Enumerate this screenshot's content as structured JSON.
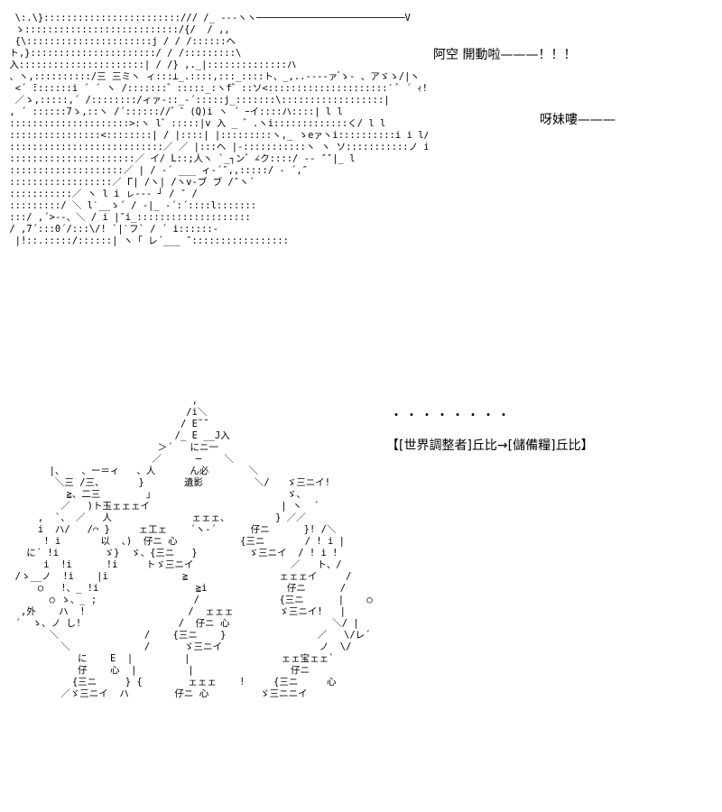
{
  "dialogue": {
    "line_1": "阿空  開動啦———！！！",
    "line_2": "呀妹嘍———",
    "line_3": "・・・・・・・・",
    "line_4": "【[世界調整者]丘比→[儲備糧]丘比】"
  },
  "ascii_art": {
    "top": "  \\:.\\}::::::::::::::::::::::::/// /_ ---ヽヽ──────────────────────────V\n  ゝ:::::::::::::::::::::::::::/{/  / ,,\n  {\\::::::::::::::::::::::j / / /::::::ヘ\n ト,}::::::::::::::::::::::/ / /:::::::::\\\n 入::::::::::::::::::::::| / /} ,._|::::::::::::::ハ\n 、ヽ,::::::::::/三 三ミヽ ィ:::⊥_.::::,:::_::::ト、_,..-‐‐-ァ ゙ゝ- 、アゞゝ/|ヽ\n  <´ ̄:::::::i ´ ´ ヽ /:::::::゛:::::_:ヽf゛::ソ<:::::::::::::::::::::′ ﾞ ´ ｨ!::ヽ\n  ／ゝ,:::::,´ /::::::::/ィァ-::_-´:::::j_:::::::\\::::::::::::::::::|\n , ´ ::::::7ゝ,::ヽ /´:::::://゛゜(Q)i ヽ ´ ｰイ::::ハ::::| l l\n :::::::::::::::::::::>:ヽ l゛:::::|v 入 _ ゛.ヽi:::::::::::::く/ l l\n ::::::::::::::::<::::::::| / |::::| |:::::::::ヽ,_ ゝeァヽi::::::::::i i l/\n :::::::::::::::::::::::::::／ ／ |:::ヘ |-:::::::::::ヽ ヽ ソ:::::::::::ノ i l\n ::::::::::::::::::::::／ イ/ L::;人ヽ `_┐ン゛∠ク::::/ -- ″″|_ l\n ::::::::::::::::::::／ | / -´ ___ ィ-´″,,:::::/ - ´,″\n ::::::::::::::::::／ Γ| /ヽ| /ヽv-ブ ブ /″ヽ´\n :::::::::::／ ヽ l i ㇾ--- ┘ / ″ /\n :::::::::/ ＼ lˋ__ゝ´ / -|_ -´:´::::l:::::::\n :::/ ,´>--、＼ / i |″i_::::::::::::::::::::\n / ,7´:::0´/:::\\/! `|ˋフ` / ´ i::::::-\n  |!::.:::::/::::::| ヽ「 レ´___ ″:::::::::::::::::",
    "bottom": "                                 ,\n                                /i＼\n                               / E˜˜\n                              /_ E __J入\n                           ＞´   にニ一\n                          ／      ─    ＼\n        |、   、ー＝ィ   、人      ん必       ＼\n         ＼三 /三、      }       遺影         ＼/   ゞ三ニイ!\n           ≧、二三        」                       ゞ、\n          ／   )ト玉ェェェイ                       | ヽ  ´\n      ,  `、 ／   人              ェェェ、        } ／／\n      i  ハ/   /⌒ }     ェ工ェ    ´ヽ-´      仔ニ      }! /＼\n       ! i       以  、)  仔ニ 心           {三ニ       / ! i |\n    に´ !i        ゞ}  ゞ、{三ニ   }         ゞ三ニイ  / ! i !\n       i  !i      !i     トゞ三ニイ                 ／   ト、/\n  /ゝ__ノ  !i    |i             ≧                ェェェイ     /\n      ○   !、_ !i                 ≧i              仔ニ      /\n        ○ ゝ、_ ;                 /              {三ニ      |    ○\n   ,外    ハ  !                  /  ェェェ        ゞ三ニイ!   |\n  ´  ゝ、ノ し!                 /  仔ニ 心                  ＼/ |\n        ＼               /    {三ニ    }                ／   \\/レ´\n          ＼             /      ゞ三ニイ                 ノ  \\/\n             に    E  |         |                ェェ宝ェェ`\n             仔    心  |         |                 仔ニ\n            {三ニ     } {        ェェェ    !     {三ニ     心\n          ／ゞ三ニイ  ハ        仔ニ 心         ゞ三ニニイ"
  }
}
